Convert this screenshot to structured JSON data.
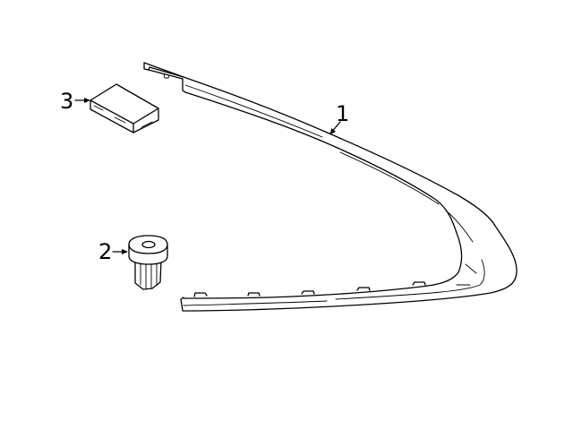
{
  "diagram": {
    "type": "exploded-parts-diagram",
    "background": "#ffffff",
    "line_color": "#000000",
    "parts": [
      {
        "callout": "1",
        "name": "molding-strip"
      },
      {
        "callout": "2",
        "name": "clip-fastener"
      },
      {
        "callout": "3",
        "name": "pad-block"
      }
    ]
  }
}
